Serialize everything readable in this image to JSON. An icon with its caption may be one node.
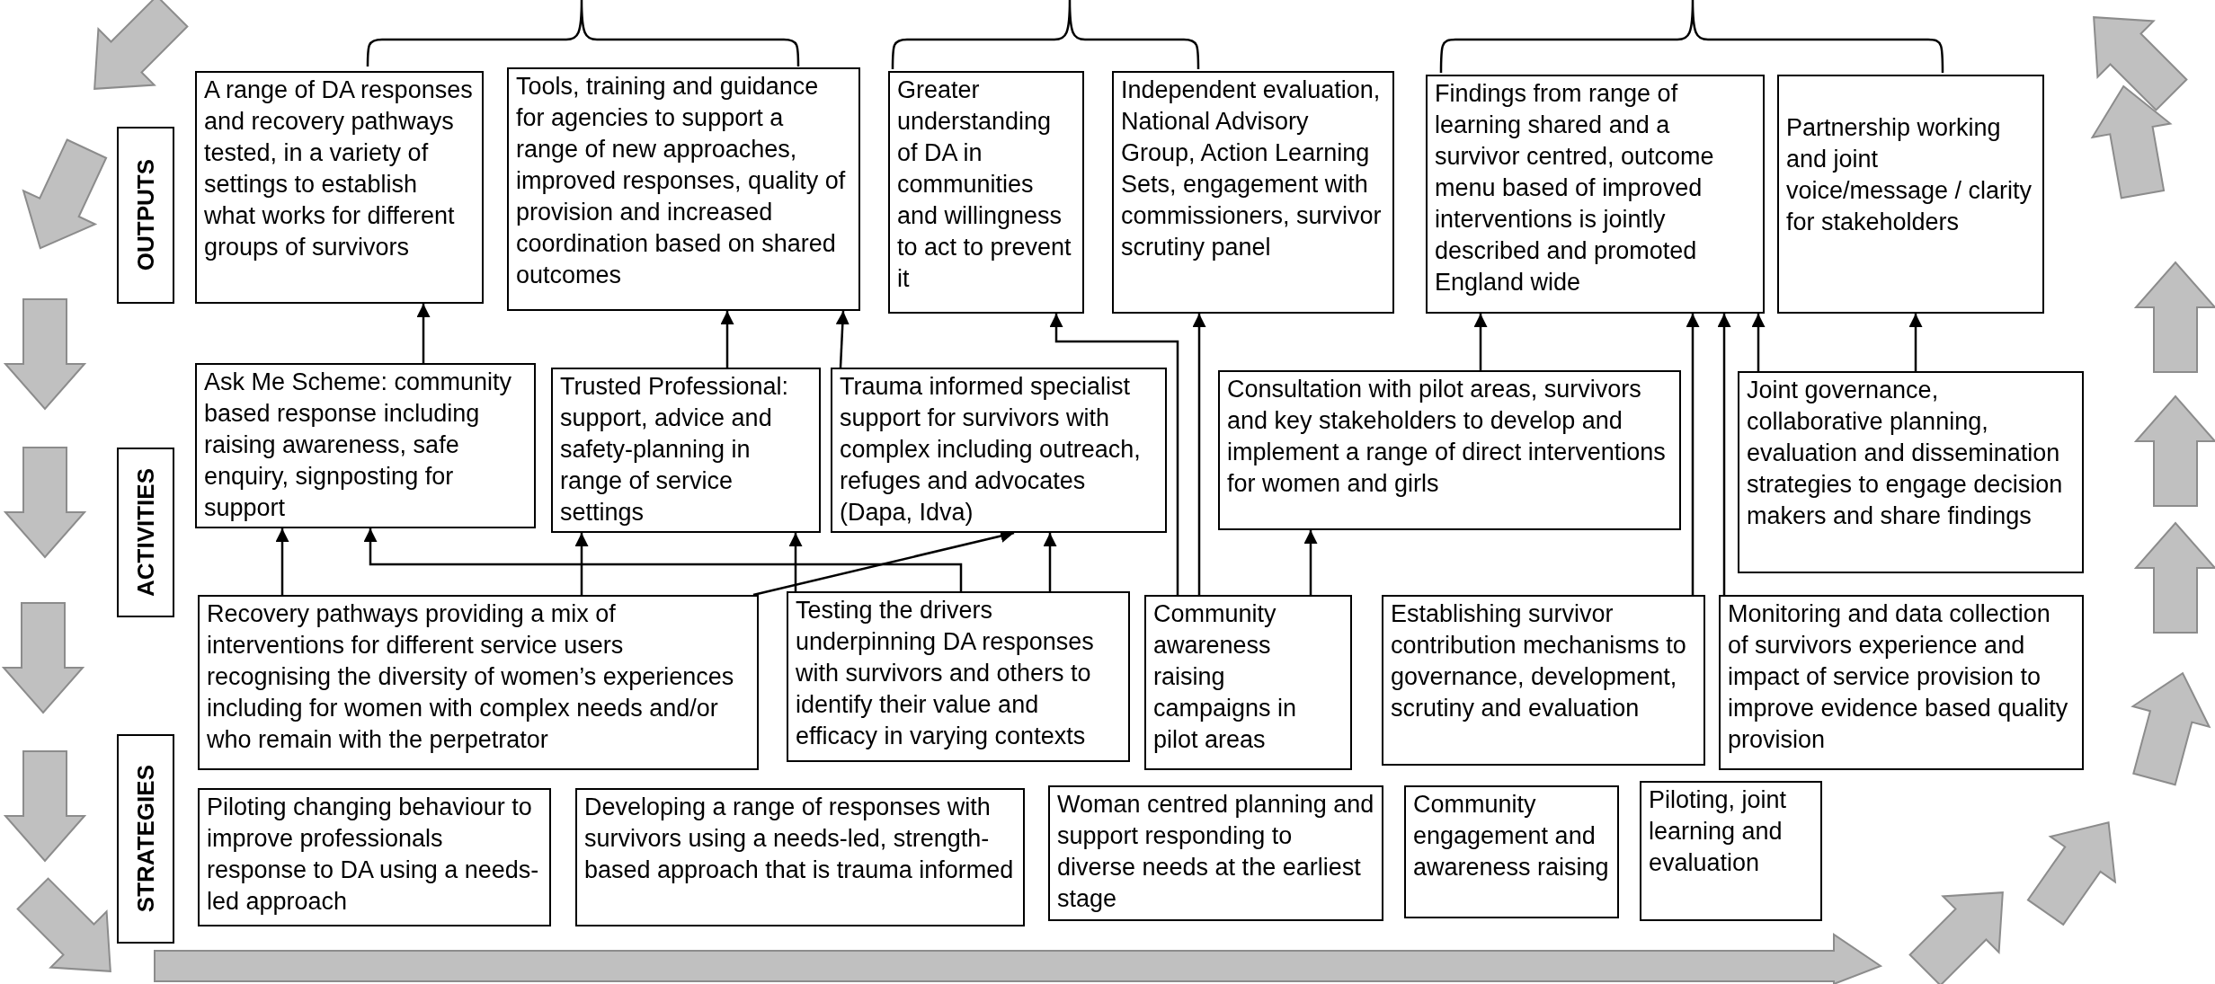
{
  "diagram": {
    "nodes": [
      {
        "text": [
          "OUTPUTS"
        ]
      },
      {
        "text": [
          "A range of DA responses and recovery pathways tested, in a variety of settings to establish what works for different groups of survivors"
        ]
      },
      {
        "text": [
          "Tools, training and guidance for agencies to support a range of new approaches, improved responses, quality of provision and increased coordination based on shared outcomes"
        ]
      },
      {
        "text": [
          "Greater understanding of DA in communities and willingness to act to prevent it"
        ]
      },
      {
        "text": [
          "Independent evaluation, National Advisory Group, Action Learning Sets, engagement with commissioners, survivor scrutiny panel"
        ]
      },
      {
        "text": [
          "Findings from range of learning shared and a survivor centred, outcome menu based of improved interventions is jointly described and promoted England wide"
        ]
      },
      {
        "text": [
          "Partnership working and joint voice/message / clarity for stakeholders"
        ]
      },
      {
        "text": [
          "ACTIVITIES"
        ]
      },
      {
        "text": [
          "Ask Me Scheme: community based response including raising awareness, safe enquiry, signposting for support"
        ]
      },
      {
        "text": [
          "Trusted Professional: support, advice and safety-planning in range of service settings"
        ]
      },
      {
        "text": [
          "Trauma informed specialist support for survivors with complex including outreach, refuges and advocates (Dapa, Idva)"
        ]
      },
      {
        "text": [
          "Consultation with pilot areas, survivors and key stakeholders to develop and implement a range of direct interventions for women and girls"
        ]
      },
      {
        "text": [
          "Joint governance, collaborative planning, evaluation and dissemination strategies to engage decision makers and share findings"
        ]
      },
      {
        "text": [
          "Recovery pathways providing a mix of interventions for different service users recognising the diversity of women’s experiences including for women with complex needs and/or who remain with the perpetrator"
        ]
      },
      {
        "text": [
          "Testing the drivers underpinning DA responses with survivors and others to identify their value and efficacy in varying contexts"
        ]
      },
      {
        "text": [
          "Community awareness raising campaigns in pilot areas"
        ]
      },
      {
        "text": [
          "Establishing survivor contribution mechanisms to governance, development, scrutiny and evaluation"
        ]
      },
      {
        "text": [
          "Monitoring and data collection of survivors experience and impact of service provision to improve evidence based quality provision"
        ]
      },
      {
        "text": [
          "STRATEGIES"
        ]
      },
      {
        "text": [
          "Piloting changing behaviour to improve professionals response to DA using a needs-led approach"
        ]
      },
      {
        "text": [
          "Developing a range of responses with survivors using a needs-led, strength-based approach that is trauma informed"
        ]
      },
      {
        "text": [
          "Woman centred planning and support responding to diverse needs at the earliest stage"
        ]
      },
      {
        "text": [
          "Community engagement and awareness raising"
        ]
      },
      {
        "text": [
          "Piloting, joint learning and evaluation"
        ]
      }
    ],
    "edges": [
      {
        "from": 8,
        "to": 1,
        "arrow": "to"
      },
      {
        "from": 9,
        "to": 2,
        "arrow": "to"
      },
      {
        "from": 10,
        "to": 2,
        "arrow": "to"
      },
      {
        "from": 15,
        "to": 3,
        "arrow": "to"
      },
      {
        "from": 15,
        "to": 4,
        "arrow": "to"
      },
      {
        "from": 11,
        "to": 5,
        "arrow": "to"
      },
      {
        "from": 16,
        "to": 5,
        "arrow": "to"
      },
      {
        "from": 17,
        "to": 5,
        "arrow": "to"
      },
      {
        "from": 12,
        "to": 5,
        "arrow": "to"
      },
      {
        "from": 12,
        "to": 6,
        "arrow": "to"
      },
      {
        "from": 15,
        "to": 11,
        "arrow": "to"
      },
      {
        "from": 13,
        "to": 8,
        "arrow": "to"
      },
      {
        "from": 14,
        "to": 8,
        "arrow": "to"
      },
      {
        "from": 13,
        "to": 9,
        "arrow": "to"
      },
      {
        "from": 14,
        "to": 9,
        "arrow": "to"
      },
      {
        "from": 13,
        "to": 10,
        "arrow": "to"
      },
      {
        "from": 14,
        "to": 10,
        "arrow": "to"
      }
    ]
  }
}
